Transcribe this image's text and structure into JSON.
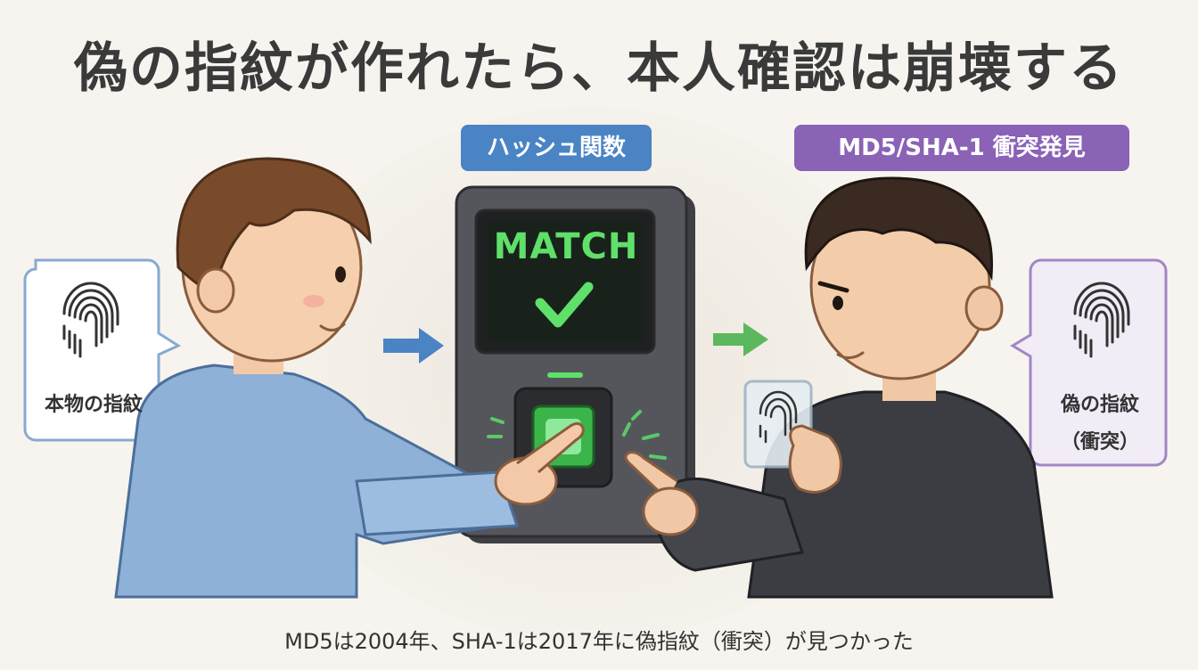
{
  "title": "偽の指紋が作れたら、本人確認は崩壊する",
  "labels": {
    "hash_tag": "ハッシュ関数",
    "collision_tag": "MD5/SHA-1 衝突発見",
    "real_fingerprint": "本物の指紋",
    "fake_fingerprint_line1": "偽の指紋",
    "fake_fingerprint_line2": "（衝突）",
    "screen_text": "MATCH"
  },
  "caption": "MD5は2004年、SHA-1は2017年に偽指紋（衝突）が見つかった",
  "colors": {
    "hash_tag": "#4a84c4",
    "collision_tag": "#8a62b6",
    "match_green": "#5fe06a",
    "left_bubble_border": "#8aa9d2",
    "right_bubble_border": "#a286c4"
  },
  "icons": [
    "fingerprint-icon",
    "check-icon",
    "arrow-right-icon"
  ]
}
